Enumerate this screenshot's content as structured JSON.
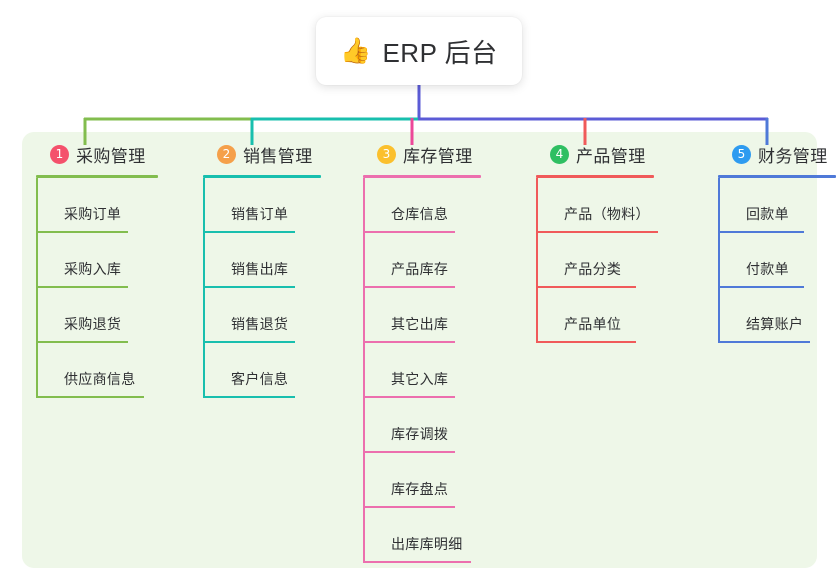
{
  "root": {
    "icon": "thumbs-up-icon",
    "icon_glyph": "👍",
    "title": "ERP 后台"
  },
  "palette": {
    "panel_bg": "#eef7e8",
    "page_bg": "#ffffff",
    "text": "#2f3033",
    "bus_green": "#82bd4e",
    "bus_teal": "#18bfae",
    "bus_purple": "#5b5bd6",
    "stub_green": "#82bd4e",
    "stub_teal": "#18bfae",
    "stub_pink": "#ec4899",
    "stub_red": "#f05a5a",
    "stub_blue": "#4f79d8"
  },
  "columns": [
    {
      "index": "1",
      "badge_color": "#f4516c",
      "title": "采购管理",
      "accent": "#82bd4e",
      "rule_width": 122,
      "items": [
        {
          "label": "采购订单",
          "rule_width": 92
        },
        {
          "label": "采购入库",
          "rule_width": 92
        },
        {
          "label": "采购退货",
          "rule_width": 92
        },
        {
          "label": "供应商信息",
          "rule_width": 108
        }
      ]
    },
    {
      "index": "2",
      "badge_color": "#f5a04a",
      "title": "销售管理",
      "accent": "#18bfae",
      "rule_width": 118,
      "items": [
        {
          "label": "销售订单",
          "rule_width": 92
        },
        {
          "label": "销售出库",
          "rule_width": 92
        },
        {
          "label": "销售退货",
          "rule_width": 92
        },
        {
          "label": "客户信息",
          "rule_width": 92
        }
      ]
    },
    {
      "index": "3",
      "badge_color": "#fbc02d",
      "title": "库存管理",
      "accent": "#ec6fae",
      "rule_width": 118,
      "items": [
        {
          "label": "仓库信息",
          "rule_width": 92
        },
        {
          "label": "产品库存",
          "rule_width": 92
        },
        {
          "label": "其它出库",
          "rule_width": 92
        },
        {
          "label": "其它入库",
          "rule_width": 92
        },
        {
          "label": "库存调拨",
          "rule_width": 92
        },
        {
          "label": "库存盘点",
          "rule_width": 92
        },
        {
          "label": "出库库明细",
          "rule_width": 108
        }
      ]
    },
    {
      "index": "4",
      "badge_color": "#2fbf62",
      "title": "产品管理",
      "accent": "#f05a5a",
      "rule_width": 118,
      "items": [
        {
          "label": "产品（物料）",
          "rule_width": 122
        },
        {
          "label": "产品分类",
          "rule_width": 100
        },
        {
          "label": "产品单位",
          "rule_width": 100
        }
      ]
    },
    {
      "index": "5",
      "badge_color": "#2e9bf0",
      "title": "财务管理",
      "accent": "#4f79d8",
      "rule_width": 118,
      "items": [
        {
          "label": "回款单",
          "rule_width": 86
        },
        {
          "label": "付款单",
          "rule_width": 86
        },
        {
          "label": "结算账户",
          "rule_width": 92
        }
      ]
    }
  ]
}
